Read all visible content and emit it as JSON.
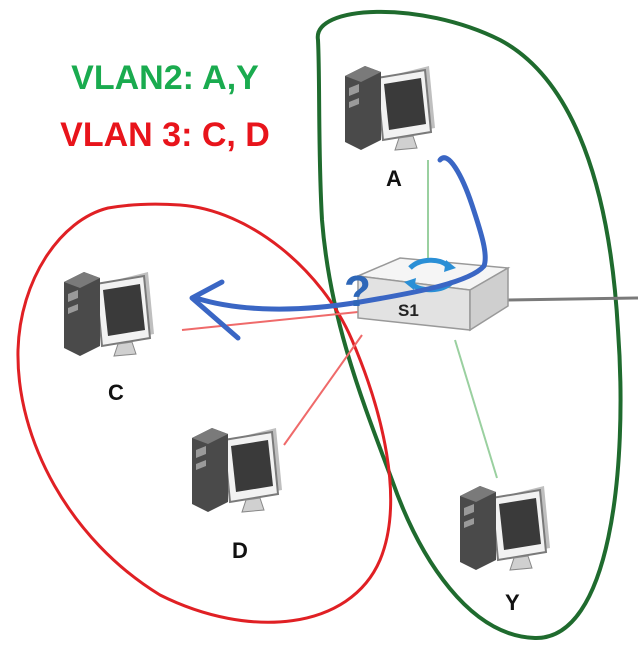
{
  "legend": {
    "vlan2": "VLAN2: A,Y",
    "vlan3": "VLAN 3: C, D",
    "vlan2_color": "#1aab4f",
    "vlan3_color": "#e8141b"
  },
  "nodes": {
    "a": "A",
    "c": "C",
    "d": "D",
    "y": "Y",
    "switch": "S1"
  },
  "annotation": {
    "question": "?",
    "arrow_color": "#3a66c4",
    "vlan2_ring_color": "#1f6b2e",
    "vlan3_ring_color": "#e02024"
  },
  "icons": [
    "computer-icon",
    "switch-icon"
  ]
}
